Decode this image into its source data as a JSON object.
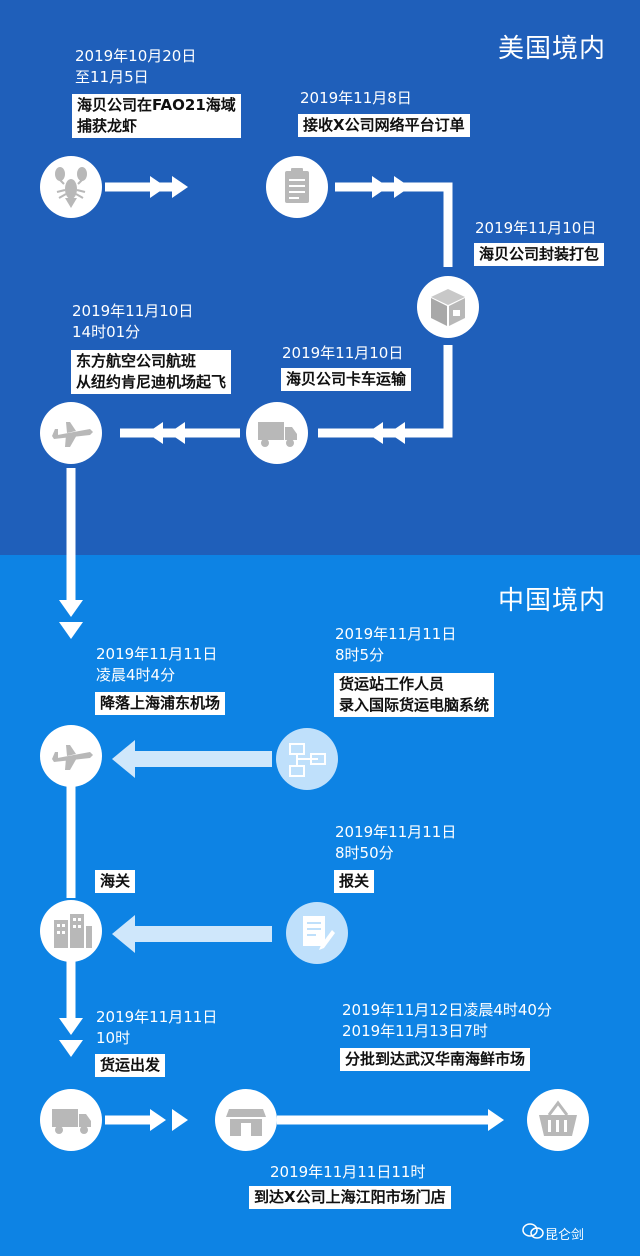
{
  "sections": {
    "us": {
      "title": "美国境内"
    },
    "cn": {
      "title": "中国境内"
    }
  },
  "steps": [
    {
      "id": "catch",
      "icon": "lobster-icon",
      "date": [
        "2019年10月20日",
        "至11月5日"
      ],
      "label": [
        "海贝公司在FAO21海域",
        "捕获龙虾"
      ]
    },
    {
      "id": "order",
      "icon": "clipboard-icon",
      "date": [
        "2019年11月8日"
      ],
      "label": [
        "接收X公司网络平台订单"
      ]
    },
    {
      "id": "pack",
      "icon": "box-icon",
      "date": [
        "2019年11月10日"
      ],
      "label": [
        "海贝公司封装打包"
      ]
    },
    {
      "id": "truck-us",
      "icon": "truck-icon",
      "date": [
        "2019年11月10日"
      ],
      "label": [
        "海贝公司卡车运输"
      ]
    },
    {
      "id": "takeoff",
      "icon": "airplane-icon",
      "date": [
        "2019年11月10日",
        "14时01分"
      ],
      "label": [
        "东方航空公司航班",
        "从纽约肯尼迪机场起飞"
      ]
    },
    {
      "id": "land",
      "icon": "airplane-icon",
      "date": [
        "2019年11月11日",
        "凌晨4时4分"
      ],
      "label": [
        "降落上海浦东机场"
      ]
    },
    {
      "id": "record",
      "icon": "network-icon",
      "date": [
        "2019年11月11日",
        "8时5分"
      ],
      "label": [
        "货运站工作人员",
        "录入国际货运电脑系统"
      ]
    },
    {
      "id": "customs",
      "icon": "building-icon",
      "date": [],
      "label": [
        "海关"
      ]
    },
    {
      "id": "declare",
      "icon": "document-pen-icon",
      "date": [
        "2019年11月11日",
        "8时50分"
      ],
      "label": [
        "报关"
      ]
    },
    {
      "id": "depart",
      "icon": "truck-icon",
      "date": [
        "2019年11月11日",
        "10时"
      ],
      "label": [
        "货运出发"
      ]
    },
    {
      "id": "store",
      "icon": "storefront-icon",
      "date": [
        "2019年11月11日11时"
      ],
      "label": [
        "到达X公司上海江阳市场门店"
      ]
    },
    {
      "id": "market",
      "icon": "basket-icon",
      "date": [
        "2019年11月12日凌晨4时40分",
        "2019年11月13日7时"
      ],
      "label": [
        "分批到达武汉华南海鲜市场"
      ]
    }
  ],
  "footer": {
    "brand": "昆仑剑",
    "brand_icon": "wechat-icon"
  },
  "colors": {
    "us_bg": "#1f5fba",
    "cn_bg": "#0d83e4",
    "flow": "#ffffff",
    "side_flow": "#cfe7fb"
  }
}
